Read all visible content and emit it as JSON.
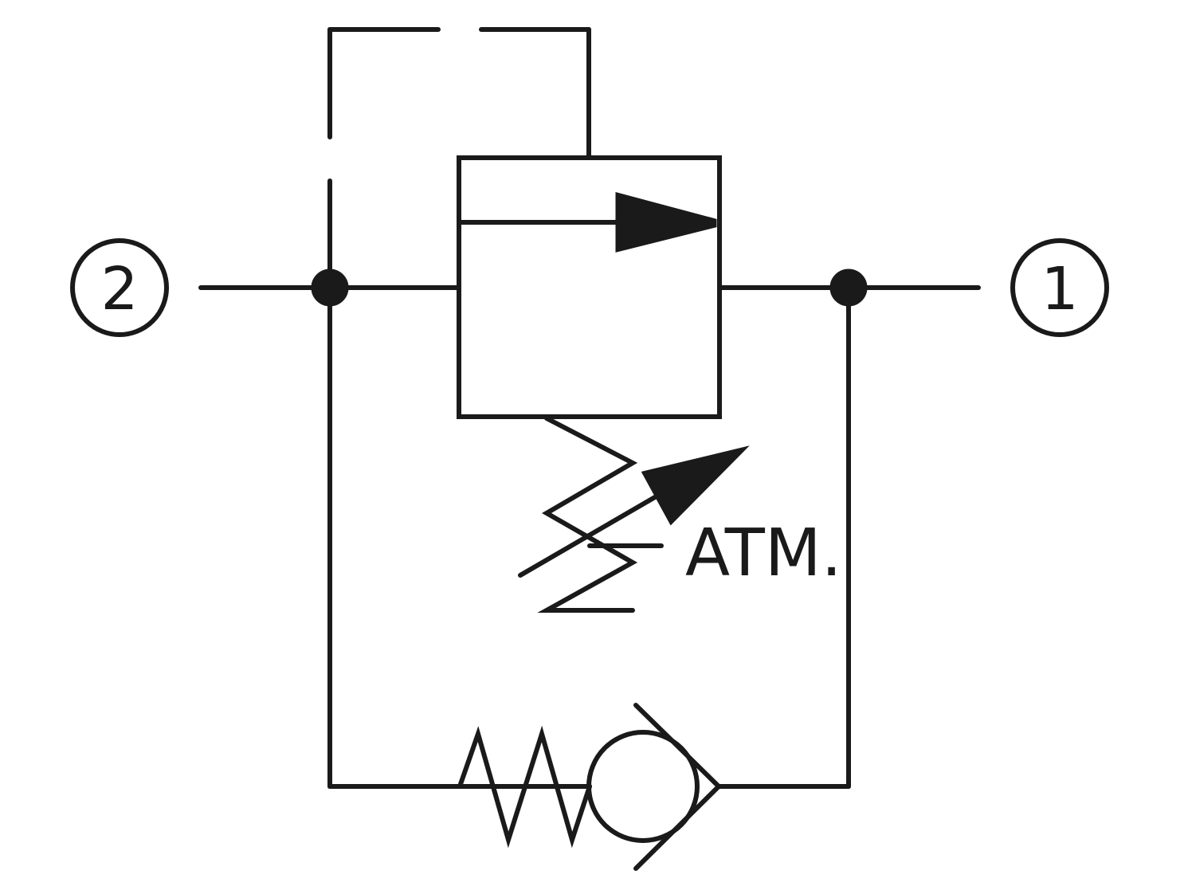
{
  "diagram": {
    "ports": {
      "left": {
        "label": "2"
      },
      "right": {
        "label": "1"
      }
    },
    "vent_label": "ATM.",
    "line_color": "#1a1a1a"
  }
}
